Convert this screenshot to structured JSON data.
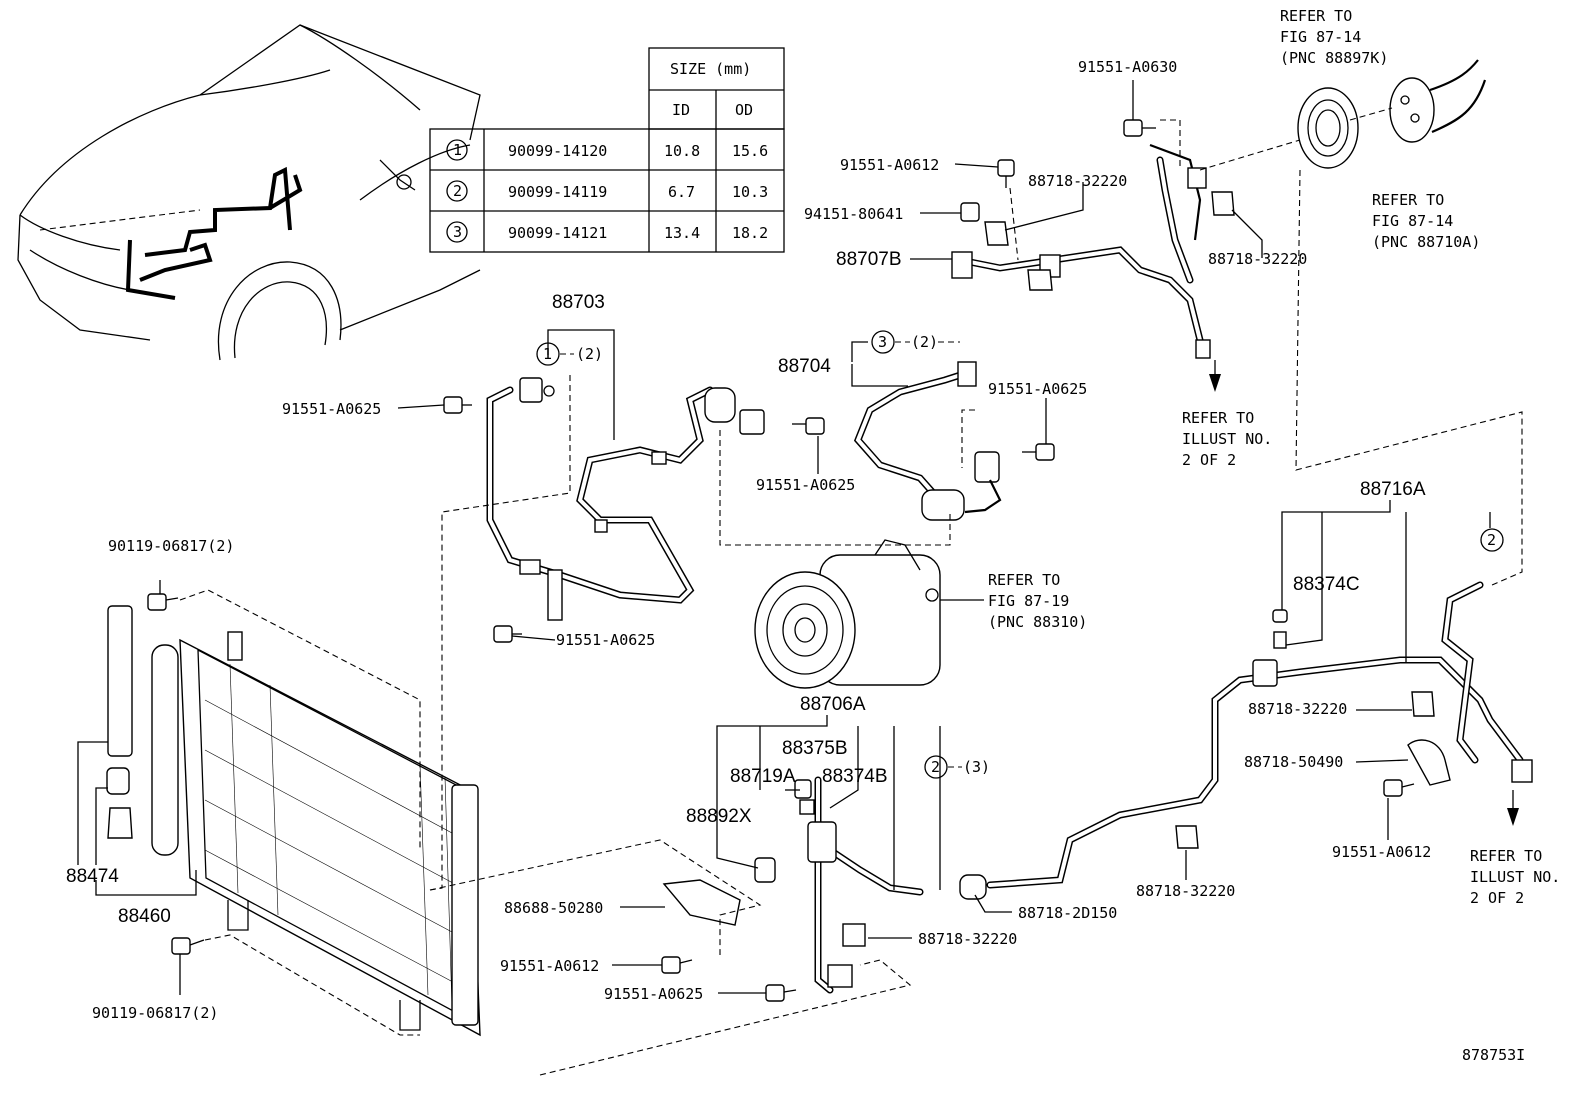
{
  "table": {
    "header_size": "SIZE (mm)",
    "col_id": "ID",
    "col_od": "OD",
    "rows": [
      {
        "num": "1",
        "part": "90099-14120",
        "id": "10.8",
        "od": "15.6"
      },
      {
        "num": "2",
        "part": "90099-14119",
        "id": "6.7",
        "od": "10.3"
      },
      {
        "num": "3",
        "part": "90099-14121",
        "id": "13.4",
        "od": "18.2"
      }
    ]
  },
  "labels": {
    "l_88703": "88703",
    "l_88704": "88704",
    "l_88707B": "88707B",
    "l_88706A": "88706A",
    "l_88716A": "88716A",
    "l_88375B": "88375B",
    "l_88719A": "88719A",
    "l_88374B": "88374B",
    "l_88892X": "88892X",
    "l_88374C": "88374C",
    "l_88474": "88474",
    "l_88460": "88460",
    "l_91551_A0630": "91551-A0630",
    "l_91551_A0612_top": "91551-A0612",
    "l_88718_32220_a": "88718-32220",
    "l_94151_80641": "94151-80641",
    "l_88718_32220_b": "88718-32220",
    "l_91551_A0625_a": "91551-A0625",
    "l_91551_A0625_b": "91551-A0625",
    "l_91551_A0625_c": "91551-A0625",
    "l_91551_A0625_d": "91551-A0625",
    "l_91551_A0625_e": "91551-A0625",
    "l_90119_06817_a": "90119-06817(2)",
    "l_90119_06817_b": "90119-06817(2)",
    "l_88688_50280": "88688-50280",
    "l_91551_A0612_bot": "91551-A0612",
    "l_88718_32220_c": "88718-32220",
    "l_88718_2D150": "88718-2D150",
    "l_88718_32220_d": "88718-32220",
    "l_88718_32220_e": "88718-32220",
    "l_88718_50490": "88718-50490",
    "l_91551_A0612_r": "91551-A0612",
    "qty_c1": "(2)",
    "qty_c3": "(2)",
    "qty_c2": "(3)",
    "c1": "1",
    "c3": "3",
    "c2a": "2",
    "c2b": "2",
    "figure_code": "878753I"
  },
  "refs": {
    "r1": [
      "REFER TO",
      "FIG 87-14",
      "(PNC 88897K)"
    ],
    "r2": [
      "REFER TO",
      "FIG 87-14",
      "(PNC 88710A)"
    ],
    "r3": [
      "REFER TO",
      "ILLUST NO.",
      "2 OF 2"
    ],
    "r4": [
      "REFER TO",
      "FIG 87-19",
      "(PNC 88310)"
    ],
    "r5": [
      "REFER TO",
      "ILLUST NO.",
      "2 OF 2"
    ]
  }
}
